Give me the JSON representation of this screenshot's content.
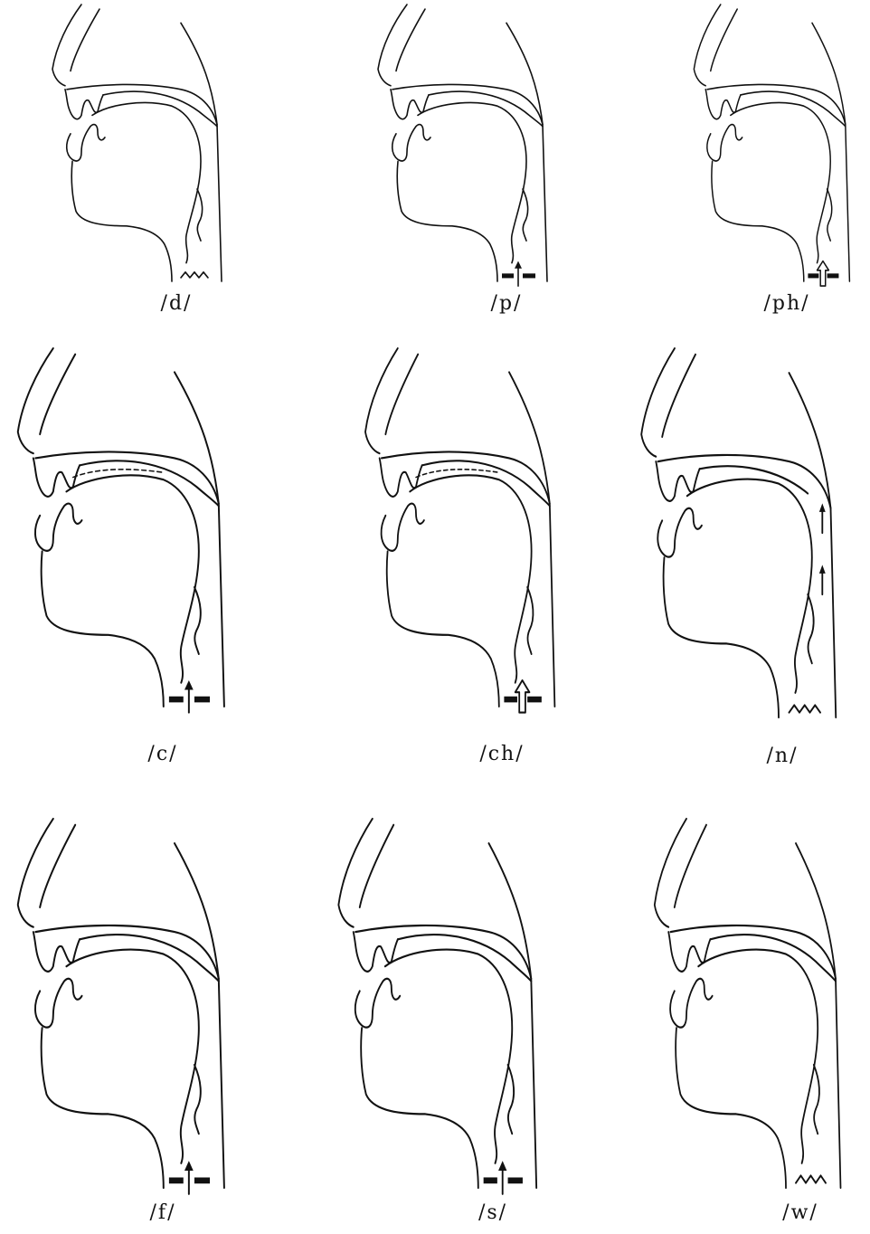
{
  "panels": [
    {
      "label": "/d/",
      "variant": "voiced-stop"
    },
    {
      "label": "/p/",
      "variant": "voiceless-stop"
    },
    {
      "label": "/ph/",
      "variant": "aspirated"
    },
    {
      "label": "/c/",
      "variant": "voiceless-palatal"
    },
    {
      "label": "/ch/",
      "variant": "aspirated-palatal"
    },
    {
      "label": "/n/",
      "variant": "nasal"
    },
    {
      "label": "/f/",
      "variant": "voiceless-fricative"
    },
    {
      "label": "/s/",
      "variant": "voiceless-fricative"
    },
    {
      "label": "/w/",
      "variant": "voiced-approximant"
    }
  ]
}
